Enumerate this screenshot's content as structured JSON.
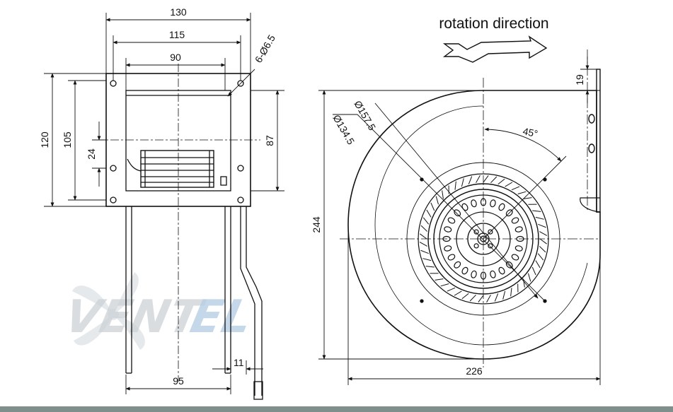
{
  "title": "rotation direction",
  "watermark": {
    "text_a": "VENT",
    "text_b": "EL",
    "color_a": "#c9d0d4",
    "color_b": "#b7cfe6"
  },
  "side_view": {
    "dims": {
      "width_overall": "130",
      "hole_spacing_h": "115",
      "inlet_width": "90",
      "holes": "6-Ø6.5",
      "height_overall": "120",
      "hole_spacing_v": "105",
      "offset_24": "24",
      "outlet_height": "87",
      "bottom_width": "95",
      "flange": "11"
    }
  },
  "front_view": {
    "dims": {
      "dia_outer": "Ø157.5",
      "dia_inner": "Ø134.5",
      "angle": "45°",
      "offset_19": "19",
      "height": "244",
      "width": "226"
    }
  },
  "colors": {
    "line": "#111111",
    "footer_bar": "#7f8f8c"
  }
}
